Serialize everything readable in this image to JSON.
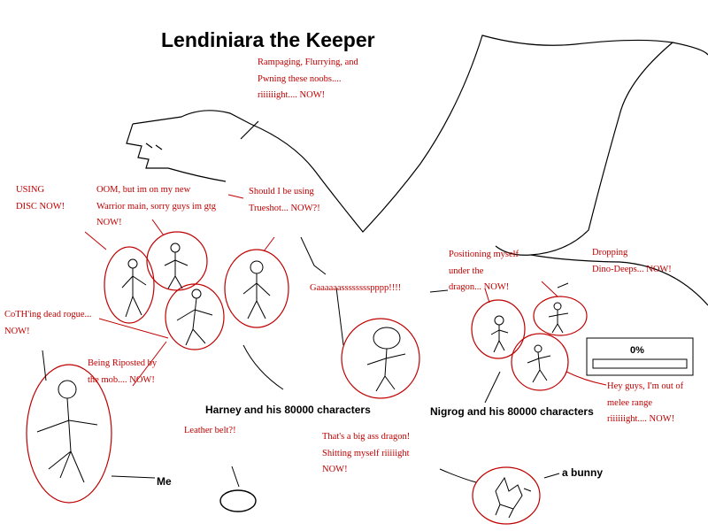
{
  "title": "Lendiniara the Keeper",
  "progress": {
    "label": "0%",
    "value": 0
  },
  "speech": {
    "dragon": "Rampaging, Flurrying, and\nPwning these noobs....\nriiiiiight.... NOW!",
    "using_disc": "USING\nDISC NOW!",
    "oom": "OOM, but im on my new\nWarrior main, sorry guys im gtg\nNOW!",
    "trueshot": "Should I be using\nTrueshot... NOW?!",
    "coth": "CoTH'ing dead rogue...\nNOW!",
    "riposted": "Being Riposted by\nthe mob.... NOW!",
    "scream": "Gaaaaaasssssssspppp!!!!",
    "positioning": "Positioning myself\nunder the\ndragon... NOW!",
    "dino": "Dropping\nDino-Deeps... NOW!",
    "melee": "Hey guys, I'm out of\nmelee range\nriiiiiight.... NOW!",
    "leather": "Leather belt?!",
    "big_dragon": "That's a big ass dragon!\nShitting myself riiiiight\nNOW!"
  },
  "labels": {
    "harney": "Harney and his 80000 characters",
    "nigrog": "Nigrog and his 80000 characters",
    "me": "Me",
    "bunny": "a bunny"
  },
  "colors": {
    "ink": "#000000",
    "red": "#c00000",
    "background": "#ffffff"
  }
}
